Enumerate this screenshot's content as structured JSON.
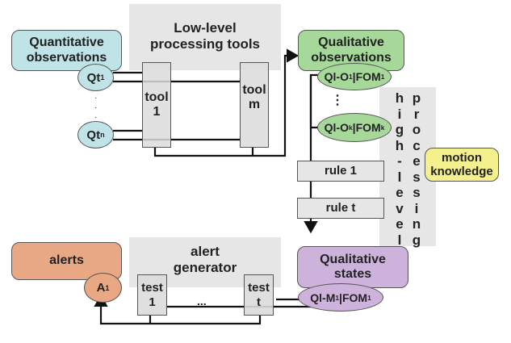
{
  "nodes": {
    "quantitative_observations": {
      "label": "Quantitative observations",
      "color": "#bfe3e6"
    },
    "qt_1": {
      "base": "Qt",
      "sub": "1"
    },
    "qt_n": {
      "base": "Qt",
      "sub": "n"
    },
    "qt_dots": ":",
    "low_level_tools": {
      "label": "Low-level processing tools"
    },
    "tool_1": {
      "label": "tool 1"
    },
    "tool_m": {
      "label": "tool m"
    },
    "qualitative_observations": {
      "label": "Qualitative observations",
      "color": "#a6d89a"
    },
    "ql_o_1": {
      "a": "Ql-O",
      "asub": "1",
      "b": "|FOM",
      "bsub": "1"
    },
    "ql_o_k": {
      "a": "Ql-O",
      "asub": "k",
      "b": "|FOM",
      "bsub": "k"
    },
    "ql_dots": "⋮",
    "high_level": {
      "col1": [
        "h",
        "i",
        "g",
        "h",
        "-",
        "l",
        "e",
        "v",
        "e",
        "l"
      ],
      "col2": [
        "p",
        "r",
        "o",
        "c",
        "e",
        "s",
        "s",
        "i",
        "n",
        "g"
      ]
    },
    "motion_knowledge": {
      "label": "motion knowledge",
      "color": "#f5f08e"
    },
    "rule_1": {
      "label": "rule 1"
    },
    "rule_t": {
      "label": "rule t"
    },
    "qualitative_states": {
      "label": "Qualitative states",
      "color": "#cdb3dc"
    },
    "ql_m_1": {
      "a": "Ql-M",
      "asub": "1",
      "b": "|FOM",
      "bsub": "1"
    },
    "alert_generator": {
      "label": "alert generator"
    },
    "test_1": {
      "label": "test 1"
    },
    "test_t": {
      "label": "test t"
    },
    "test_dots": "...",
    "alerts": {
      "label": "alerts",
      "color": "#e8a884"
    },
    "a_1": {
      "base": "A",
      "sub": "1"
    }
  }
}
